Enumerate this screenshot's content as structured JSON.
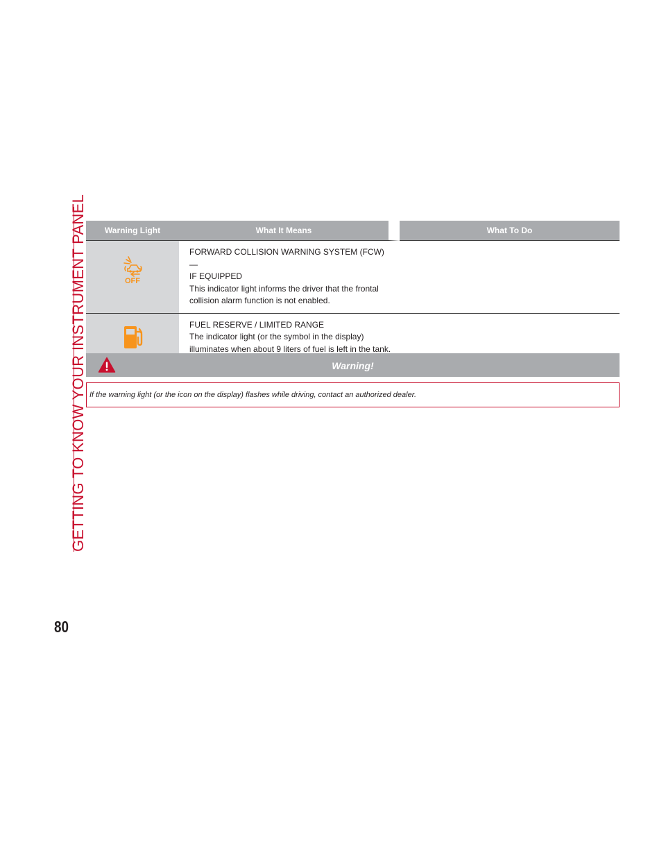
{
  "side_title": "GETTING TO KNOW YOUR INSTRUMENT PANEL",
  "page_number": "80",
  "table": {
    "headers": [
      "Warning Light",
      "What It Means",
      "What To Do"
    ],
    "rows": [
      {
        "icon": "forward-collision-warning-off-icon",
        "icon_label": "OFF",
        "icon_color": "#f7941d",
        "means": [
          "FORWARD COLLISION WARNING SYSTEM (FCW) —",
          "IF EQUIPPED",
          "This indicator light informs the driver that the frontal",
          "collision alarm function is not enabled."
        ],
        "todo": ""
      },
      {
        "icon": "fuel-pump-icon",
        "icon_color": "#f7941d",
        "means": [
          "FUEL RESERVE / LIMITED RANGE",
          "The indicator light (or the symbol in the display)",
          "illuminates when about 9 liters of fuel is left in the tank."
        ],
        "todo": ""
      }
    ]
  },
  "warning": {
    "icon": "warning-triangle-icon",
    "title": "Warning!",
    "text": "If the warning light (or the icon on the display) flashes while driving, contact an authorized dealer."
  },
  "colors": {
    "accent_red": "#c8102e",
    "header_gray": "#a9abae",
    "icon_cell_gray": "#d6d7d9",
    "icon_amber": "#f7941d"
  }
}
